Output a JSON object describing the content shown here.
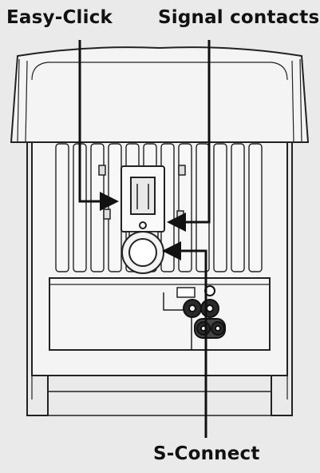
{
  "labels": {
    "easy_click": "Easy-Click",
    "signal_contacts": "Signal contacts",
    "s_connect": "S-Connect"
  },
  "colors": {
    "background": "#eaeaea",
    "outline": "#222222",
    "callout_line": "#111111"
  }
}
